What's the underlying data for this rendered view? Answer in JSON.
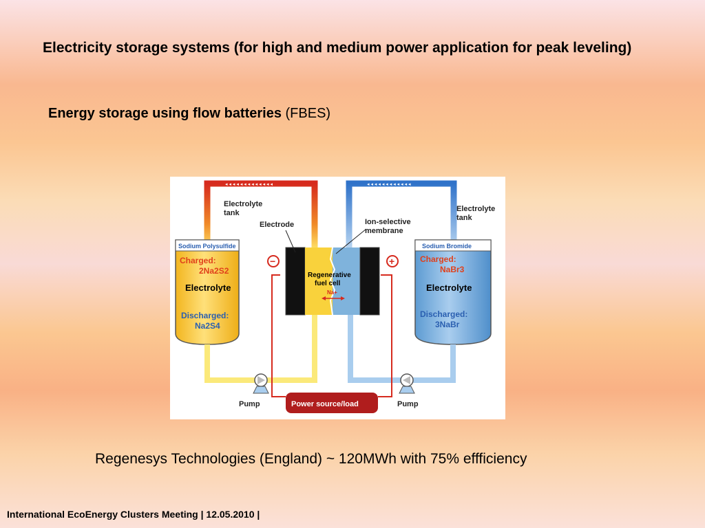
{
  "slide": {
    "title": "Electricity storage systems (for high and medium power application for peak leveling)",
    "subtitle_bold": "Energy storage using flow batteries",
    "subtitle_rest": " (FBES)",
    "caption": "Regenesys Technologies (England) ~ 120MWh with 75% effficiency",
    "footer": "International EcoEnergy Clusters Meeting | 12.05.2010 |"
  },
  "diagram": {
    "left_tank": {
      "header": "Sodium Polysulfide",
      "charged_label": "Charged:",
      "charged_formula": "2Na2S2",
      "electrolyte": "Electrolyte",
      "discharged_label": "Discharged:",
      "discharged_formula": "Na2S4",
      "color": "#f7c52e"
    },
    "right_tank": {
      "header": "Sodium Bromide",
      "charged_label": "Charged:",
      "charged_formula": "NaBr3",
      "electrolyte": "Electrolyte",
      "discharged_label": "Discharged:",
      "discharged_formula": "3NaBr",
      "color": "#7fb3dc"
    },
    "labels": {
      "left_tank_line1": "Electrolyte",
      "left_tank_line2": "tank",
      "right_tank_line1": "Electrolyte",
      "right_tank_line2": "tank",
      "electrode": "Electrode",
      "membrane_line1": "Ion-selective",
      "membrane_line2": "membrane",
      "cell_line1": "Regenerative",
      "cell_line2": "fuel cell",
      "ion": "Na+",
      "minus": "−",
      "plus": "+",
      "pump_left": "Pump",
      "pump_right": "Pump",
      "power": "Power source/load"
    },
    "colors": {
      "red_pipe": "#d62a1e",
      "blue_pipe": "#2f72c9",
      "power_box": "#b01d1d",
      "label_red": "#e0401b",
      "label_blue": "#2a5fb0"
    }
  }
}
